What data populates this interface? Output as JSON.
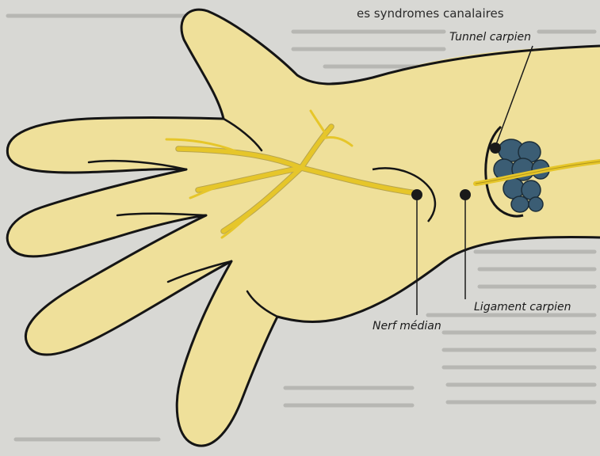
{
  "heading_fragment": "es syndromes canalaires",
  "labels": {
    "tunnel": "Tunnel carpien",
    "ligament": "Ligament carpien",
    "nerve": "Nerf médian"
  },
  "colors": {
    "paper": "#d8d8d4",
    "skin": "#efe09a",
    "skin_outline": "#151515",
    "nerve": "#e6c62a",
    "tendon": "#3b5d74",
    "callout": "#1a1a1a"
  }
}
